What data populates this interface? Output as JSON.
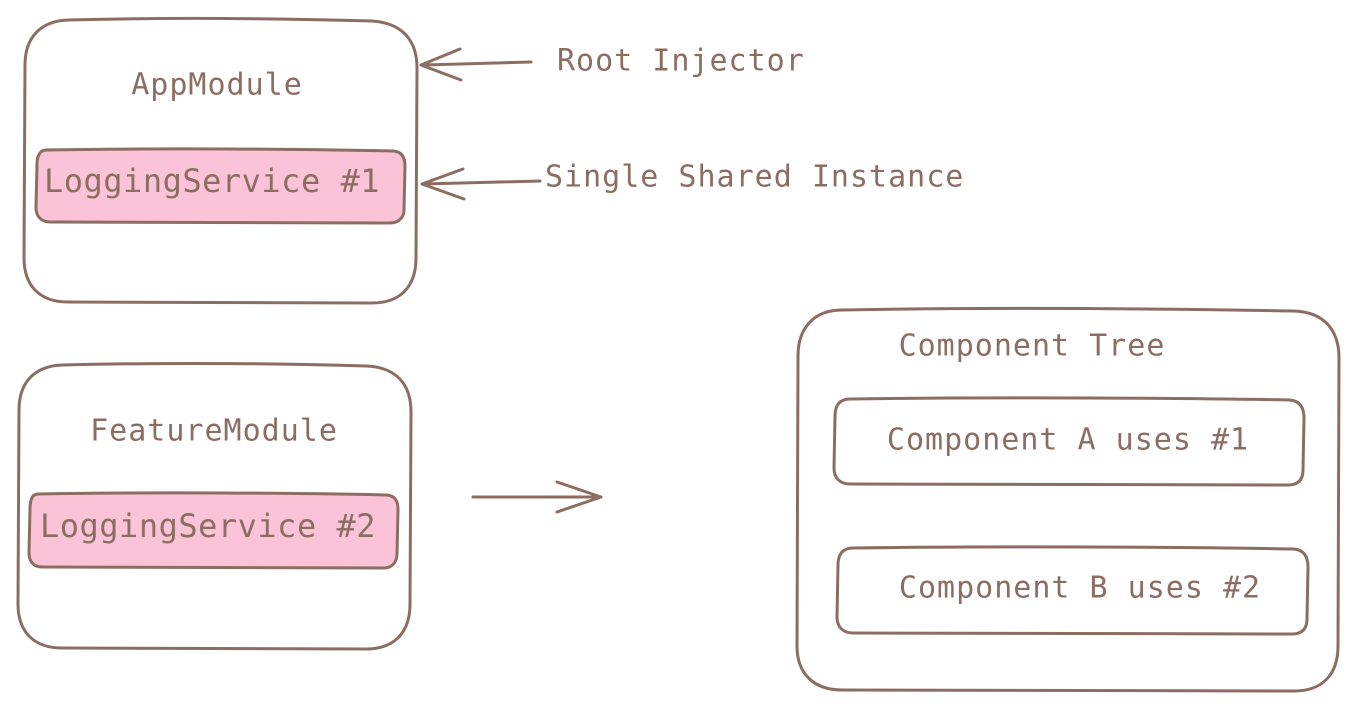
{
  "colors": {
    "stroke": "#8c6d62",
    "text": "#8c6d62",
    "service_fill": "#fbc3d8",
    "background": "#ffffff"
  },
  "app_module": {
    "title": "AppModule",
    "service_label": "LoggingService #1"
  },
  "feature_module": {
    "title": "FeatureModule",
    "service_label": "LoggingService #2"
  },
  "annotations": {
    "root_injector": "Root Injector",
    "single_shared_instance": "Single Shared Instance"
  },
  "component_tree": {
    "title": "Component Tree",
    "component_a": "Component A uses #1",
    "component_b": "Component B uses #2"
  }
}
